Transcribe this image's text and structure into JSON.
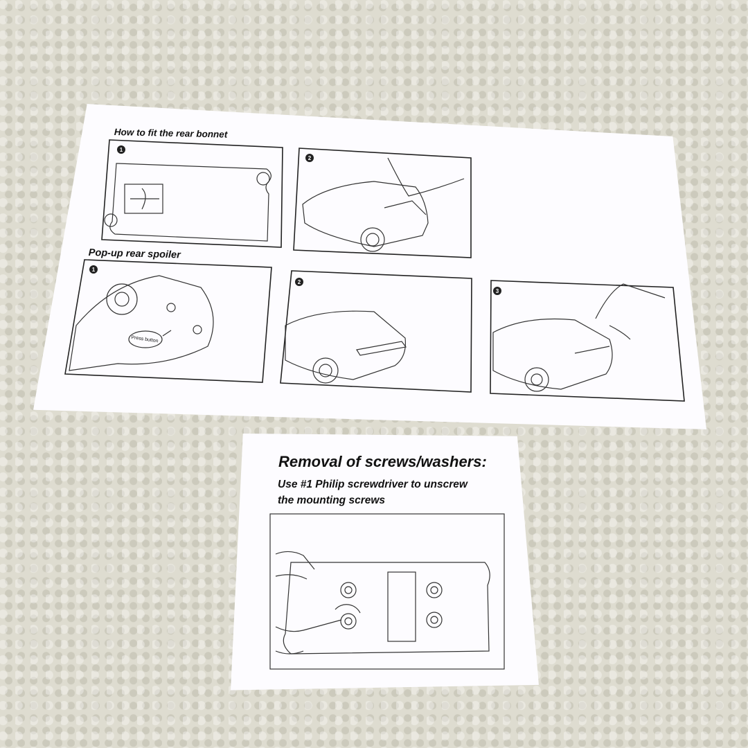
{
  "sheet_top": {
    "section1_title": "How to fit the rear bonnet",
    "section2_title": "Pop-up rear spoiler",
    "callout": "Press button",
    "steps": [
      "1",
      "2",
      "1",
      "2",
      "3"
    ]
  },
  "sheet_bottom": {
    "title": "Removal of screws/washers:",
    "instruction_line1": "Use #1 Philip screwdriver to unscrew",
    "instruction_line2": "the mounting screws"
  },
  "icons": [
    "step-number-icon",
    "car-illustration",
    "hand-illustration",
    "screw-washer-icon",
    "rotate-arrow-icon"
  ]
}
